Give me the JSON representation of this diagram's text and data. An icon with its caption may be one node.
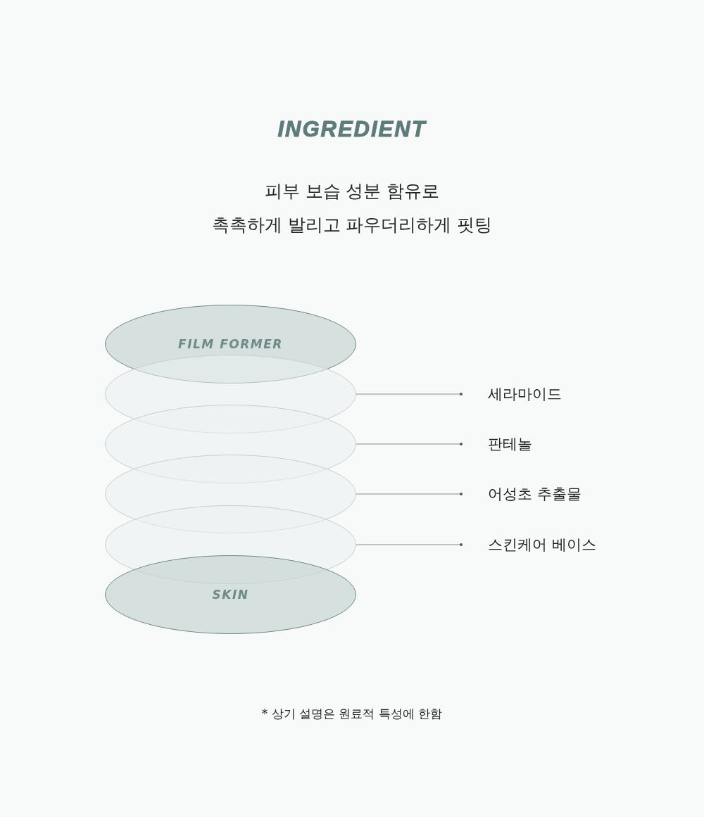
{
  "diagram": {
    "title": "INGREDIENT",
    "nodes": [
      {
        "text": [
          "FILM FORMER"
        ]
      },
      {
        "text": [],
        "shape": "ellipse"
      },
      {
        "text": [],
        "shape": "ellipse"
      },
      {
        "text": [],
        "shape": "ellipse"
      },
      {
        "text": [],
        "shape": "ellipse"
      },
      {
        "text": [
          "SKIN"
        ]
      },
      {
        "text": [
          "세라마이드"
        ]
      },
      {
        "text": [
          "판테놀"
        ]
      },
      {
        "text": [
          "어성초 추출물"
        ]
      },
      {
        "text": [
          "스킨케어 베이스"
        ]
      }
    ],
    "edges": [
      {
        "from": 6,
        "to": 1,
        "arrow": "other"
      },
      {
        "from": 7,
        "to": 2,
        "arrow": "other"
      },
      {
        "from": 8,
        "to": 3,
        "arrow": "other"
      },
      {
        "from": 9,
        "to": 4,
        "arrow": "other"
      }
    ],
    "labels": [
      "피부 보습 성분 함유로",
      "촉촉하게 발리고 파우더리하게 핏팅",
      "* 상기 설명은 원료적 특성에 한함"
    ]
  }
}
